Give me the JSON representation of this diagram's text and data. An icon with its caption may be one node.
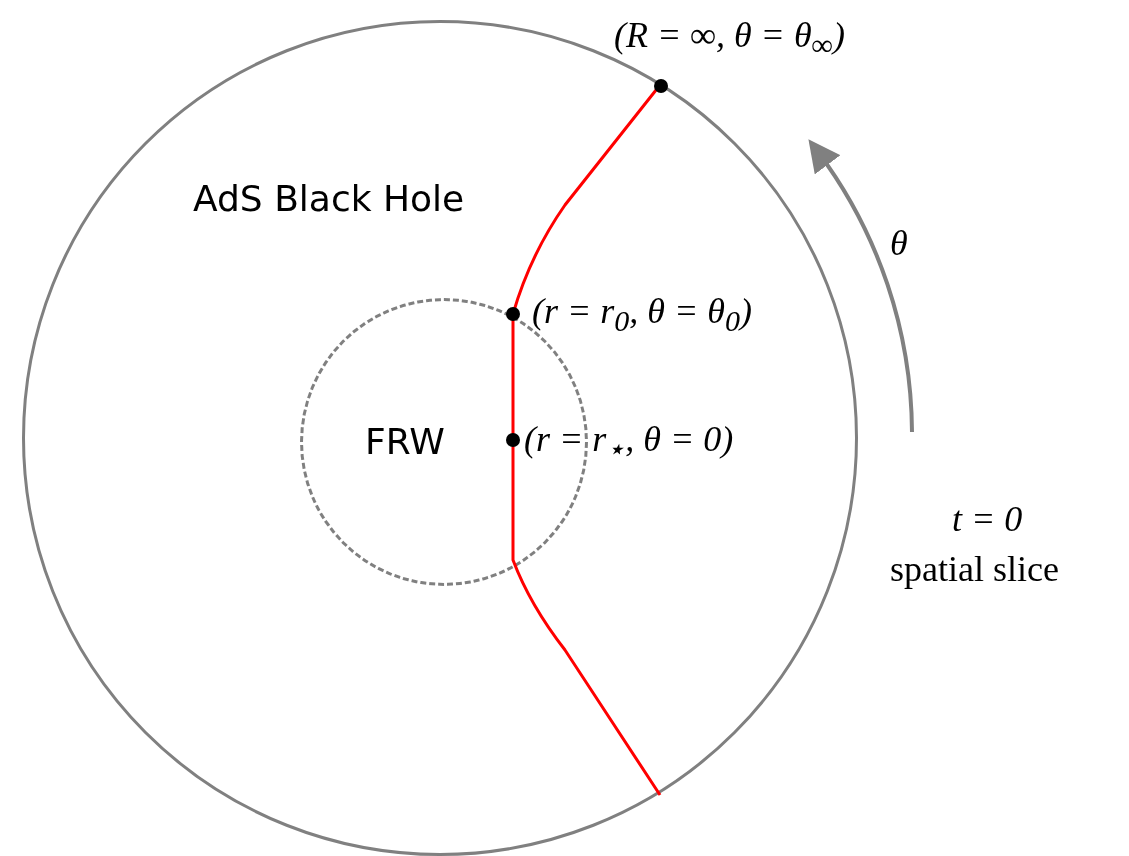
{
  "diagram": {
    "nodes": [
      {
        "text": [
          "AdS Black Hole"
        ]
      },
      {
        "text": [
          "FRW"
        ],
        "in": 0
      }
    ],
    "labels": [
      "(R = ∞, θ = θ$_{∞}$)",
      "θ",
      "(r = r$_{0}$, θ = θ$_{0}$)",
      "(r = r$_{⋆}$, θ = 0)",
      "t = 0",
      "spatial slice"
    ]
  }
}
